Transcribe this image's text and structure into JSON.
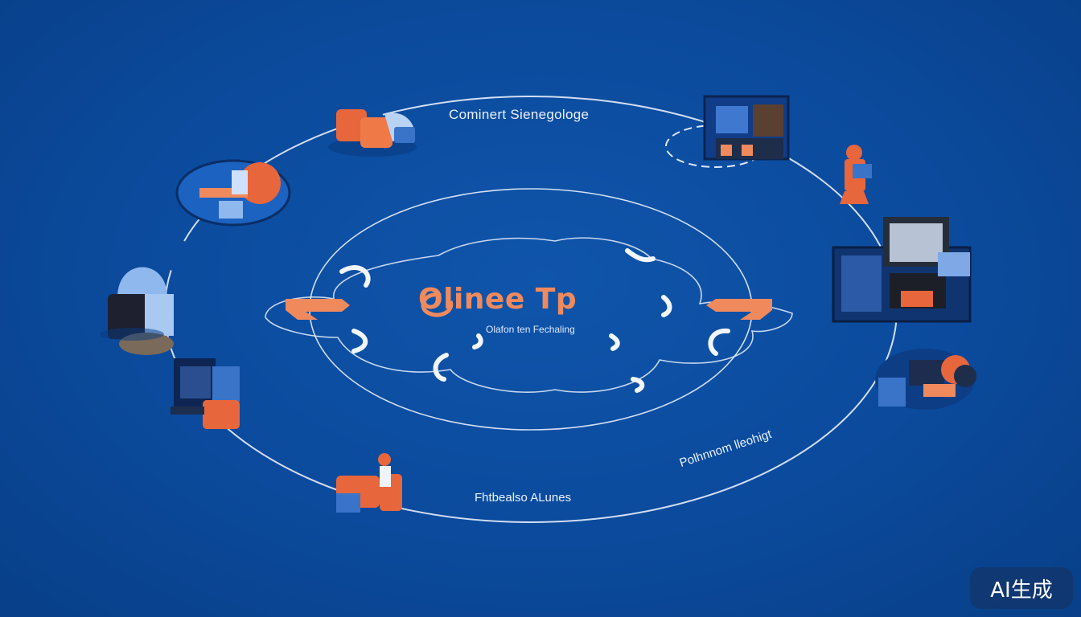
{
  "diagram": {
    "center_title": "Olineе Tp",
    "center_subtitle": "Olafon ten Fechaling",
    "top_label": "Cominert Sienegologe",
    "bottom_label": "Fhtbealso ALunes",
    "right_label": "Polhnnom lleohigt",
    "nodes": [
      {
        "name": "chair-lounge-illustration"
      },
      {
        "name": "meeting-room-illustration"
      },
      {
        "name": "screen-room-illustration"
      },
      {
        "name": "standing-person-illustration"
      },
      {
        "name": "server-room-illustration"
      },
      {
        "name": "workshop-illustration"
      },
      {
        "name": "armchair-illustration"
      },
      {
        "name": "desk-worker-illustration"
      },
      {
        "name": "hooded-seat-illustration"
      }
    ]
  },
  "badge": {
    "text": "AI生成"
  },
  "colors": {
    "background": "#0b4a9c",
    "accent": "#f08a5d",
    "line": "#e8eefc",
    "light_blue": "#8fb8ee"
  }
}
